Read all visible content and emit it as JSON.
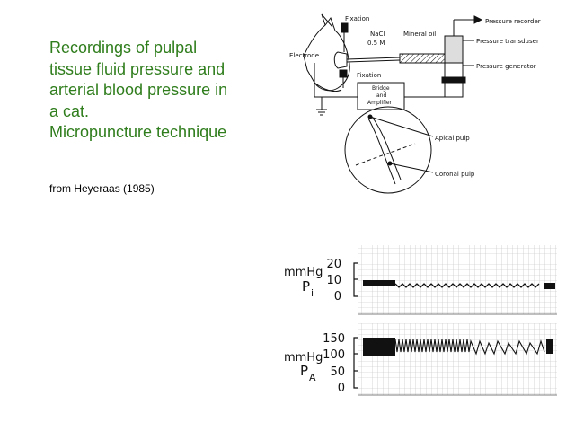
{
  "slide": {
    "title_lines": [
      "Recordings of pulpal",
      "tissue fluid pressure and",
      "arterial blood pressure in",
      "a cat.",
      "Micropuncture technique"
    ],
    "citation": "from Heyeraas  (1985)"
  },
  "colors": {
    "title": "#2f7d1c",
    "ink": "#111111",
    "paper": "#f7f7f7"
  },
  "apparatus_diagram": {
    "labels": {
      "fixation_top": "Fixation",
      "nacl": "NaCl",
      "molarity": "0.5 M",
      "mineral_oil": "Mineral oil",
      "electrode": "Electrode",
      "fixation_bottom": "Fixation",
      "bridge": "Bridge",
      "and": "and",
      "amplifier": "Amplifier",
      "pressure_recorder": "Pressure recorder",
      "pressure_transducer": "Pressure transduser",
      "pressure_generator": "Pressure generator",
      "apical_pulp": "Apical pulp",
      "coronal_pulp": "Coronal pulp"
    }
  },
  "recording": {
    "pi_panel": {
      "unit": "mmHg",
      "symbol": "P",
      "subscript": "i",
      "ticks": [
        "20",
        "10",
        "0"
      ]
    },
    "pa_panel": {
      "unit": "mmHg",
      "symbol": "P",
      "subscript": "A",
      "ticks": [
        "150",
        "100",
        "50",
        "0"
      ]
    }
  }
}
